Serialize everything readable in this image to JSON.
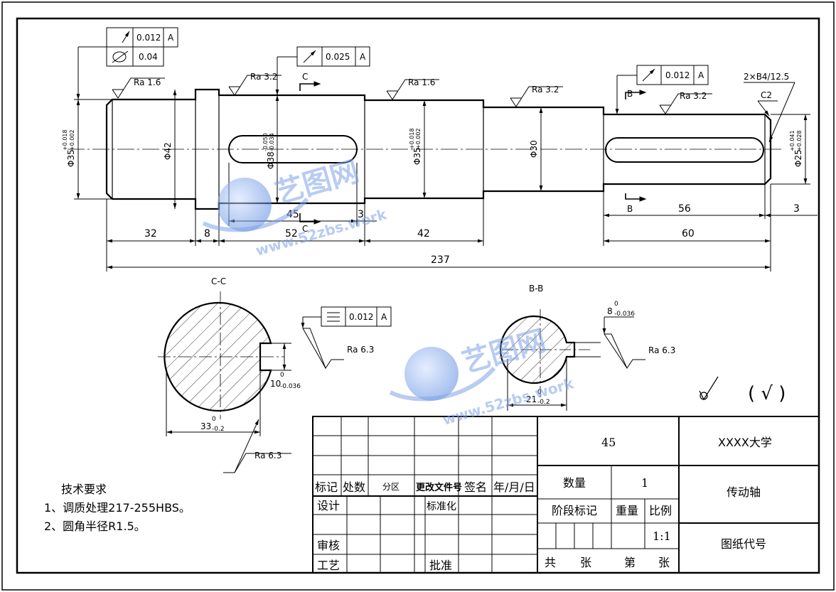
{
  "dims": {
    "phi35_left": "Φ35",
    "phi35_left_tol_up": "+0.018",
    "phi35_left_tol_dn": "+0.002",
    "phi42": "Φ42",
    "phi38": "Φ38",
    "phi38_tol_up": "-0.050",
    "phi38_tol_dn": "-0.034",
    "phi35_mid": "Φ35",
    "phi35_mid_tol_up": "+0.018",
    "phi35_mid_tol_dn": "+0.002",
    "phi30": "Φ30",
    "phi25": "Φ25",
    "phi25_tol_up": "+0.041",
    "phi25_tol_dn": "+0.028",
    "len_32": "32",
    "len_8": "8",
    "len_52": "52",
    "len_45": "45",
    "len_3a": "3",
    "len_42": "42",
    "len_56": "56",
    "len_3b": "3",
    "len_60": "60",
    "len_237": "237",
    "center_holes": "2×B4/12.5",
    "chamfer": "C2",
    "cc_dia": "33",
    "cc_dia_tol": "-0.2",
    "cc_dia_tol0": "0",
    "cc_key": "10",
    "cc_key_tol": "-0.036",
    "cc_key_tol0": "0",
    "bb_dia": "21",
    "bb_dia_tol": "-0.2",
    "bb_dia_tol0": "0",
    "bb_key": "8",
    "bb_key_tol": "-0.036",
    "bb_key_tol0": "0"
  },
  "roughness": {
    "ra1": "Ra 1.6",
    "ra2": "Ra 3.2",
    "ra3": "Ra 1.6",
    "ra4": "Ra 3.2",
    "ra5": "Ra 3.2",
    "ra_cc1": "Ra 6.3",
    "ra_cc2": "Ra 6.3",
    "ra_bb": "Ra 6.3",
    "general": "( √ )"
  },
  "tolerances": {
    "t1_value": "0.012",
    "t1_datum": "A",
    "t2_value": "0.04",
    "t3_value": "0.025",
    "t3_datum": "A",
    "t4_value": "0.012",
    "t4_datum": "A",
    "t5_value": "0.012",
    "t5_datum": "A"
  },
  "sections": {
    "cc_mark": "C",
    "cc_title": "C-C",
    "bb_mark": "B",
    "bb_title": "B-B"
  },
  "tech": {
    "title": "技术要求",
    "item1": "1、调质处理217-255HBS。",
    "item2": "2、圆角半径R1.5。"
  },
  "title_block": {
    "material": "45",
    "org": "XXXX大学",
    "part": "传动轴",
    "drawing_no": "图纸代号",
    "qty_label": "数量",
    "qty": "1",
    "stage": "阶段标记",
    "weight": "重量",
    "ratio_label": "比例",
    "ratio": "1:1",
    "sheets": [
      "共",
      "张",
      "第",
      "张"
    ],
    "rev_headers": [
      "标记",
      "处数",
      "分区",
      "更改文件号",
      "签名",
      "年/月/日"
    ],
    "design": "设计",
    "standard": "标准化",
    "review": "审核",
    "process": "工艺",
    "approve": "批准"
  },
  "watermark": {
    "brand": "艺图网",
    "url": "www.52zbs.work"
  },
  "colors": {
    "line": "#000000",
    "watermark": "#7fa2e8"
  }
}
